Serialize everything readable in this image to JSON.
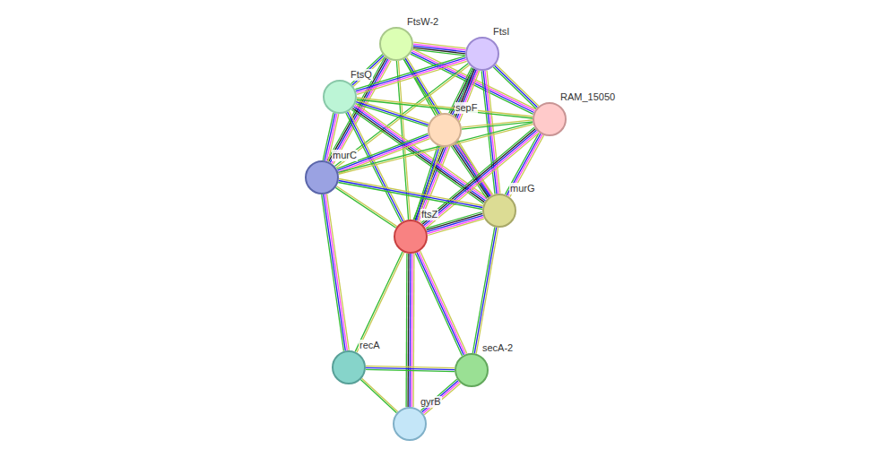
{
  "diagram": {
    "nodes": [
      {
        "text": [
          "FtsW-2"
        ]
      },
      {
        "text": [
          "FtsI"
        ]
      },
      {
        "text": [
          "FtsQ"
        ]
      },
      {
        "text": [
          "sepF"
        ]
      },
      {
        "text": [
          "RAM_15050"
        ]
      },
      {
        "text": [
          "murC"
        ]
      },
      {
        "text": [
          "murG"
        ]
      },
      {
        "text": [
          "ftsZ"
        ]
      },
      {
        "text": [
          "recA"
        ]
      },
      {
        "text": [
          "secA-2"
        ]
      },
      {
        "text": [
          "gyrB"
        ]
      }
    ],
    "edges": [
      {
        "from": 0,
        "to": 1,
        "arrow": "none"
      },
      {
        "from": 0,
        "to": 2,
        "arrow": "none"
      },
      {
        "from": 0,
        "to": 3,
        "arrow": "none"
      },
      {
        "from": 0,
        "to": 4,
        "arrow": "none"
      },
      {
        "from": 0,
        "to": 5,
        "arrow": "none"
      },
      {
        "from": 0,
        "to": 6,
        "arrow": "none"
      },
      {
        "from": 0,
        "to": 7,
        "arrow": "none"
      },
      {
        "from": 1,
        "to": 2,
        "arrow": "none"
      },
      {
        "from": 1,
        "to": 3,
        "arrow": "none"
      },
      {
        "from": 1,
        "to": 4,
        "arrow": "none"
      },
      {
        "from": 1,
        "to": 5,
        "arrow": "none"
      },
      {
        "from": 1,
        "to": 6,
        "arrow": "none"
      },
      {
        "from": 1,
        "to": 7,
        "arrow": "none"
      },
      {
        "from": 2,
        "to": 3,
        "arrow": "none"
      },
      {
        "from": 2,
        "to": 4,
        "arrow": "none"
      },
      {
        "from": 2,
        "to": 5,
        "arrow": "none"
      },
      {
        "from": 2,
        "to": 6,
        "arrow": "none"
      },
      {
        "from": 2,
        "to": 7,
        "arrow": "none"
      },
      {
        "from": 3,
        "to": 4,
        "arrow": "none"
      },
      {
        "from": 3,
        "to": 5,
        "arrow": "none"
      },
      {
        "from": 3,
        "to": 6,
        "arrow": "none"
      },
      {
        "from": 3,
        "to": 7,
        "arrow": "none"
      },
      {
        "from": 4,
        "to": 5,
        "arrow": "none"
      },
      {
        "from": 4,
        "to": 6,
        "arrow": "none"
      },
      {
        "from": 4,
        "to": 7,
        "arrow": "none"
      },
      {
        "from": 5,
        "to": 6,
        "arrow": "none"
      },
      {
        "from": 5,
        "to": 7,
        "arrow": "none"
      },
      {
        "from": 5,
        "to": 8,
        "arrow": "none"
      },
      {
        "from": 6,
        "to": 7,
        "arrow": "none"
      },
      {
        "from": 6,
        "to": 9,
        "arrow": "none"
      },
      {
        "from": 7,
        "to": 8,
        "arrow": "none"
      },
      {
        "from": 7,
        "to": 9,
        "arrow": "none"
      },
      {
        "from": 7,
        "to": 10,
        "arrow": "none"
      },
      {
        "from": 8,
        "to": 9,
        "arrow": "none"
      },
      {
        "from": 8,
        "to": 10,
        "arrow": "none"
      },
      {
        "from": 9,
        "to": 10,
        "arrow": "none"
      }
    ]
  }
}
